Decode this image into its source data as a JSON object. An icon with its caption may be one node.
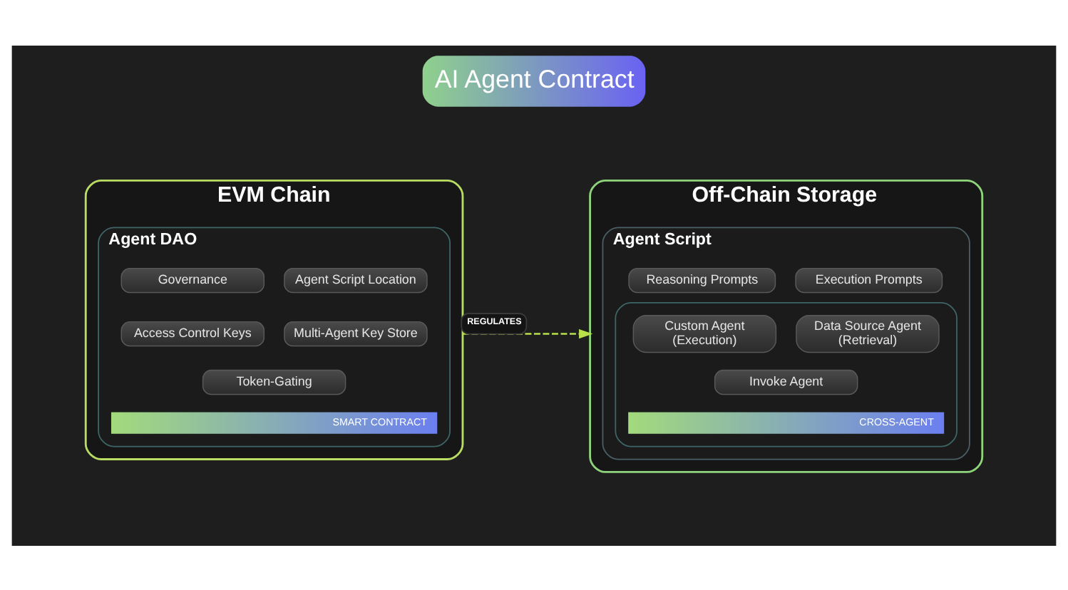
{
  "diagram": {
    "title": "AI Agent Contract",
    "nodes": [
      {
        "text": [
          "EVM Chain"
        ]
      },
      {
        "text": [
          "Agent DAO"
        ],
        "in": 0
      },
      {
        "text": [
          "Governance"
        ],
        "in": 1
      },
      {
        "text": [
          "Agent Script Location"
        ],
        "in": 1
      },
      {
        "text": [
          "Access Control Keys"
        ],
        "in": 1
      },
      {
        "text": [
          "Multi-Agent Key Store"
        ],
        "in": 1
      },
      {
        "text": [
          "Token-Gating"
        ],
        "in": 1
      },
      {
        "text": [
          "SMART CONTRACT"
        ],
        "in": 1
      },
      {
        "text": [
          "Off-Chain Storage"
        ]
      },
      {
        "text": [
          "Agent Script"
        ],
        "in": 8
      },
      {
        "text": [
          "Reasoning Prompts"
        ],
        "in": 9
      },
      {
        "text": [
          "Execution Prompts"
        ],
        "in": 9
      },
      {
        "text": [],
        "shape": "box",
        "in": 9
      },
      {
        "text": [
          "Custom Agent (Execution)"
        ],
        "in": 12
      },
      {
        "text": [
          "Data Source Agent (Retrieval)"
        ],
        "in": 12
      },
      {
        "text": [
          "Invoke Agent"
        ],
        "in": 12
      },
      {
        "text": [
          "CROSS-AGENT"
        ],
        "in": 12
      }
    ],
    "edges": [
      {
        "from": 0,
        "to": 8,
        "arrow": "to",
        "label": "REGULATES",
        "style": "dashed"
      }
    ]
  }
}
